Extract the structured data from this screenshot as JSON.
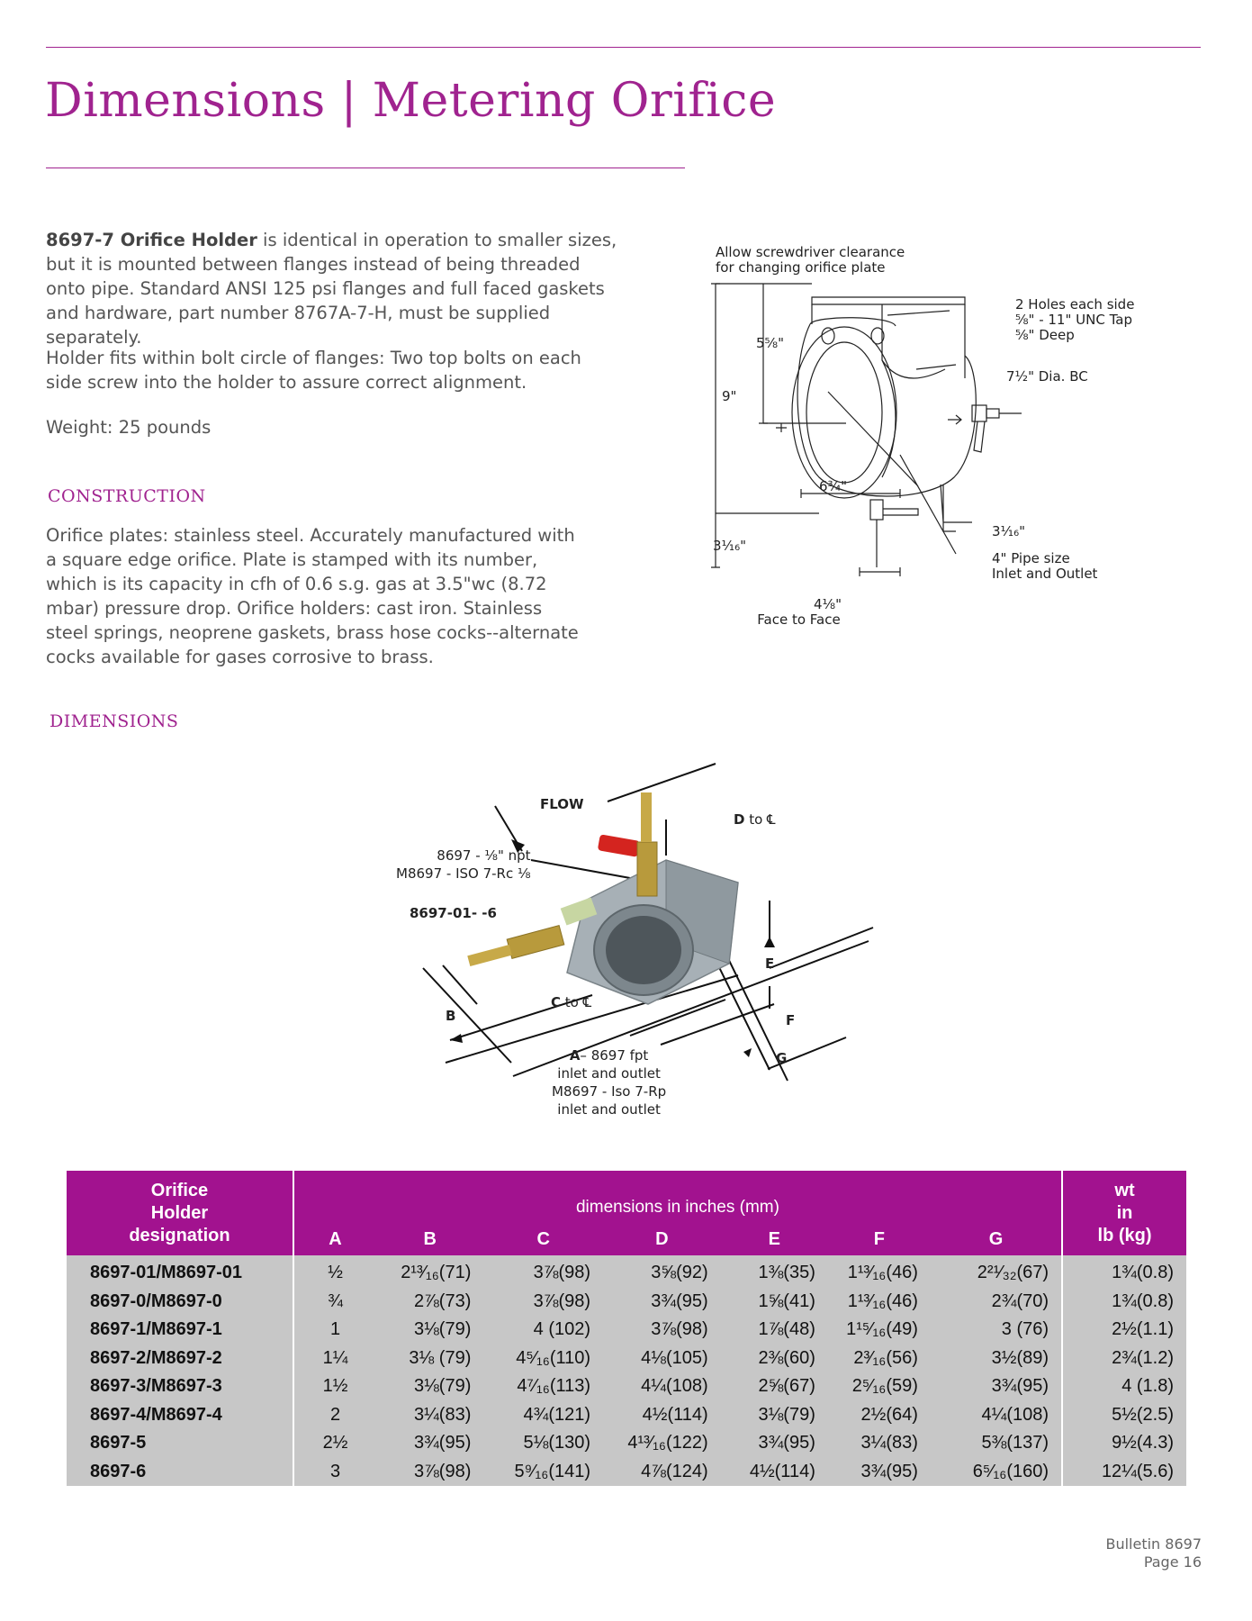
{
  "header": {
    "title": "Dimensions | Metering Orifice"
  },
  "intro": {
    "lead_bold": "8697-7 Orifice Holder",
    "lead_rest": " is identical in operation to smaller sizes, but it is mounted between flanges instead of being threaded onto pipe. Standard ANSI 125 psi flanges and full faced gaskets and hardware, part number 8767A-7-H, must be supplied separately.",
    "para2": "Holder fits within bolt circle of flanges: Two top bolts on each side screw into the holder to assure correct alignment.",
    "weight": "Weight: 25 pounds"
  },
  "construction": {
    "heading": "CONSTRUCTION",
    "text": "Orifice plates: stainless steel. Accurately manufactured with a square edge orifice. Plate is stamped with its number, which is its capacity in cfh of 0.6 s.g. gas at 3.5\"wc (8.72 mbar) pressure drop. Orifice holders: cast iron. Stainless steel springs, neoprene gaskets, brass hose cocks--alternate cocks available for gases corrosive to brass."
  },
  "drawing": {
    "clearance_line1": "Allow screwdriver clearance",
    "clearance_line2": "for changing orifice plate",
    "holes_line1": "2 Holes each side",
    "holes_line2": "⅝\" - 11\" UNC Tap",
    "holes_line3": "⅝\" Deep",
    "dim_5_5_8": "5⅝\"",
    "bolt_circle": "7½\"  Dia. BC",
    "dim_9": "9\"",
    "dim_6_3_4": "6¾\"",
    "dim_3_1_16_left": "3¹⁄₁₆\"",
    "dim_3_1_16_right": "3¹⁄₁₆\"",
    "pipe_line1": "4\" Pipe size",
    "pipe_line2": "Inlet and Outlet",
    "face_line1": "4⅛\"",
    "face_line2": "Face to Face"
  },
  "dimensions_section": {
    "heading": "DIMENSIONS"
  },
  "photo": {
    "flow": "FLOW",
    "npt_line1": "8697 - ⅛\" npt",
    "npt_line2": "M8697 - ISO 7-Rc  ⅛",
    "model": "8697-01-  -6",
    "d_letter": "D",
    "d_suffix": " to ℄",
    "e_letter": "E",
    "b_letter": "B",
    "c_letter": "C",
    "c_suffix": " to ℄",
    "f_letter": "F",
    "g_letter": "G",
    "a_line1_letter": "A",
    "a_line1_rest": "– 8697 fpt",
    "a_line2": "inlet and outlet",
    "a_line3": "M8697 - Iso 7-Rp",
    "a_line4": "inlet and outlet"
  },
  "table": {
    "head_designation_1": "Orifice",
    "head_designation_2": "Holder",
    "head_designation_3": "designation",
    "head_dims": "dimensions in inches (mm)",
    "head_wt_1": "wt",
    "head_wt_2": "in",
    "head_wt_3": "lb (kg)",
    "cols": [
      "A",
      "B",
      "C",
      "D",
      "E",
      "F",
      "G"
    ],
    "rows": [
      [
        "8697-01/M8697-01",
        "½",
        "2¹³⁄₁₆(71)",
        "3⅞(98)",
        "3⅝(92)",
        "1⅜(35)",
        "1¹³⁄₁₆(46)",
        "2²¹⁄₃₂(67)",
        "1¾(0.8)"
      ],
      [
        "8697-0/M8697-0",
        "¾",
        "2⅞(73)",
        "3⅞(98)",
        "3¾(95)",
        "1⅝(41)",
        "1¹³⁄₁₆(46)",
        "2¾(70)",
        "1¾(0.8)"
      ],
      [
        "8697-1/M8697-1",
        "1",
        "3⅛(79)",
        "4 (102)",
        "3⅞(98)",
        "1⅞(48)",
        "1¹⁵⁄₁₆(49)",
        "3 (76)",
        "2½(1.1)"
      ],
      [
        "8697-2/M8697-2",
        "1¼",
        "3⅛ (79)",
        "4⁵⁄₁₆(110)",
        "4⅛(105)",
        "2⅜(60)",
        "2³⁄₁₆(56)",
        "3½(89)",
        "2¾(1.2)"
      ],
      [
        "8697-3/M8697-3",
        "1½",
        "3⅛(79)",
        "4⁷⁄₁₆(113)",
        "4¼(108)",
        "2⅝(67)",
        "2⁵⁄₁₆(59)",
        "3¾(95)",
        "4 (1.8)"
      ],
      [
        "8697-4/M8697-4",
        "2",
        "3¼(83)",
        "4¾(121)",
        "4½(114)",
        "3⅛(79)",
        "2½(64)",
        "4¼(108)",
        "5½(2.5)"
      ],
      [
        "8697-5",
        "2½",
        "3¾(95)",
        "5⅛(130)",
        "4¹³⁄₁₆(122)",
        "3¾(95)",
        "3¼(83)",
        "5⅜(137)",
        "9½(4.3)"
      ],
      [
        "8697-6",
        "3",
        "3⅞(98)",
        "5⁹⁄₁₆(141)",
        "4⅞(124)",
        "4½(114)",
        "3¾(95)",
        "6⁵⁄₁₆(160)",
        "12¼(5.6)"
      ]
    ]
  },
  "footer": {
    "line1": "Bulletin 8697",
    "line2": "Page 16"
  }
}
